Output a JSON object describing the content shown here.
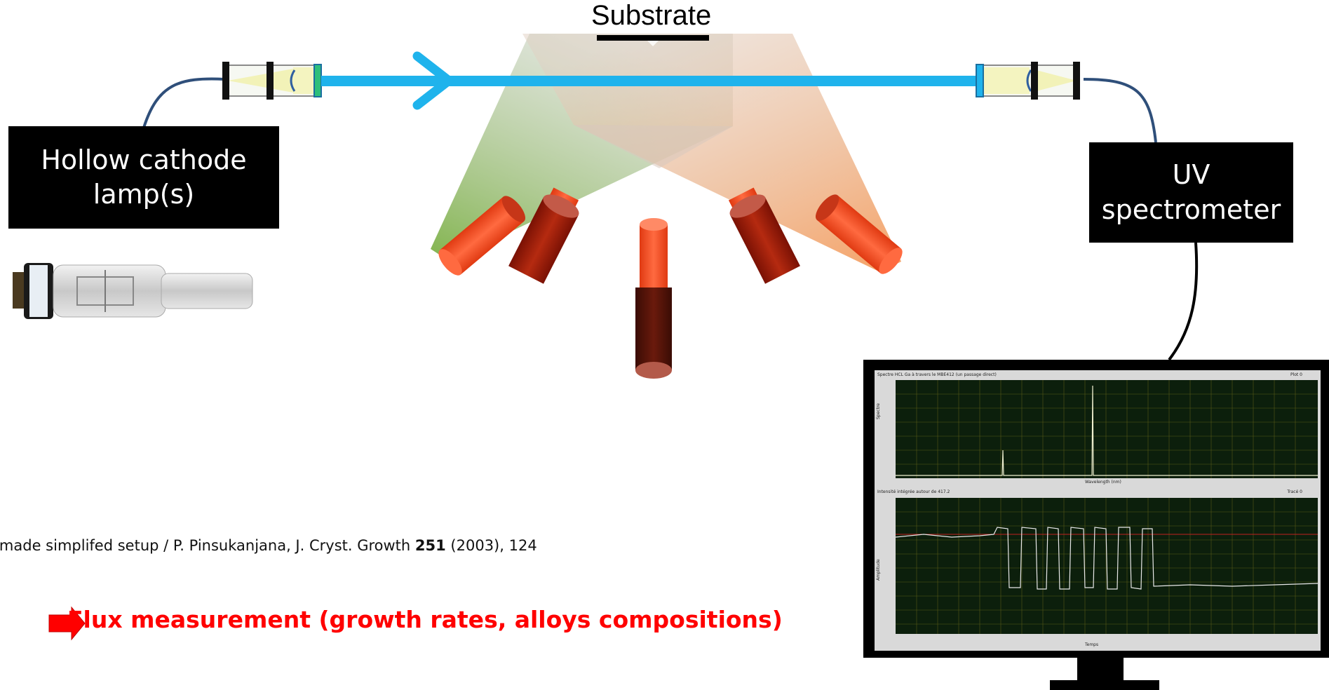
{
  "substrate_label": "Substrate",
  "lamp_label_line1": "Hollow cathode",
  "lamp_label_line2": "lamp(s)",
  "spectrometer_label_line1": "UV",
  "spectrometer_label_line2": "spectrometer",
  "citation": {
    "prefix": "emade simplifed setup / P. Pinsukanjana, J. Cryst. Growth ",
    "volume": "251",
    "suffix": " (2003), 124"
  },
  "flux_text": "Flux measurement (growth rates, alloys compositions)",
  "screen": {
    "plot1_title": "Spectre HCL Ga à travers le MBE412 (un passage direct)",
    "plot1_xlabel": "Wavelength (nm)",
    "plot1_ylabel": "Spectre",
    "plot1_legend": "Plot 0",
    "plot2_title": "Intensité intégrée autour de 417.2",
    "plot2_xlabel": "Temps",
    "plot2_ylabel": "Amplitude",
    "plot2_legend": "Tracé 0"
  },
  "colors": {
    "beam": "#1fb3ec",
    "flux_text": "#ff0000",
    "arrow": "#ff0000",
    "plume_green": "#7fb24a",
    "plume_orange": "#f39a62",
    "cell_dark": "#a81a08",
    "cell_light": "#ff5a30"
  }
}
